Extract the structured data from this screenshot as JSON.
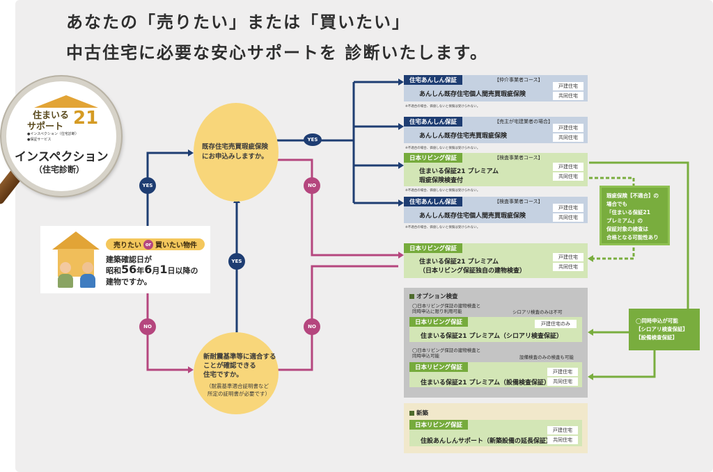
{
  "header": {
    "line1": "あなたの「売りたい」または「買いたい」",
    "line2": "中古住宅に必要な安心サポートを 診断いたします。"
  },
  "lens": {
    "brand_line1": "住まいる",
    "brand_line2": "サポート",
    "brand_num": "21",
    "bullet1": "●インスペクション（住宅診断）",
    "bullet2": "●保証サービス",
    "title": "インスペクション",
    "subtitle": "（住宅診断）"
  },
  "question": {
    "pill_left": "売りたい",
    "pill_or": "or",
    "pill_right": "買いたい物件",
    "line1": "建築確認日が",
    "line2_a": "昭和",
    "line2_num1": "56",
    "line2_b": "年",
    "line2_num2": "6",
    "line2_c": "月",
    "line2_num3": "1",
    "line2_d": "日以降の",
    "line3": "建物ですか。"
  },
  "circle_top": {
    "line1": "既存住宅売買瑕疵保険",
    "line2": "にお申込みしますか。"
  },
  "circle_bottom": {
    "line1": "新耐震基準等に適合する",
    "line2": "ことが確認できる",
    "line3": "住宅ですか。",
    "sub1": "（耐震基準適合証明書など",
    "sub2": "所定の証明書が必要です）"
  },
  "badges": {
    "yes": "YES",
    "no": "NO"
  },
  "results": [
    {
      "tag": "住宅あんしん保証",
      "course": "【仲介事業者コース】",
      "name": "あんしん既存住宅個人間売買瑕疵保険",
      "name2": "",
      "types": [
        "戸建住宅",
        "共同住宅"
      ],
      "note": "※不適合の場合、価値しないと保険は受けられない。"
    },
    {
      "tag": "住宅あんしん保証",
      "course": "【売主が宅建業者の場合】",
      "name": "あんしん既存住宅売買瑕疵保険",
      "name2": "",
      "types": [
        "戸建住宅",
        "共同住宅"
      ],
      "note": "※不適合の場合、価値しないと保険は受けられない。"
    },
    {
      "tag": "日本リビング保証",
      "course": "【検査事業者コース】",
      "name": "住まいる保証21 プレミアム",
      "name2": "瑕疵保険検査付",
      "types": [
        "戸建住宅",
        "共同住宅"
      ],
      "note": "※不適合の場合、価値しないと保険は受けられない。"
    },
    {
      "tag": "住宅あんしん保証",
      "course": "【検査事業者コース】",
      "name": "あんしん既存住宅個人間売買瑕疵保険",
      "name2": "",
      "types": [
        "戸建住宅",
        "共同住宅"
      ],
      "note": "※不適合の場合、価値しないと保険は受けられない。"
    },
    {
      "tag": "日本リビング保証",
      "course": "",
      "name": "住まいる保証21 プレミアム",
      "name2": "（日本リビング保証独自の建物検査）",
      "types": [
        "戸建住宅",
        "共同住宅"
      ],
      "note": ""
    }
  ],
  "options": {
    "title": "オプション検査",
    "item1_note1": "◯日本リビング保証の建物検査と",
    "item1_note2": "同時申込に限り利用可能",
    "item1_right": "シロアリ検査のみは不可",
    "item1_tag": "日本リビング保証",
    "item1_type": "戸建住宅のみ",
    "item1_name": "住まいる保証21 プレミアム（シロアリ検査保証）",
    "item2_note1": "◯日本リビング保証の建物検査と",
    "item2_note2": "同時申込可能",
    "item2_right": "設備検査のみの検査も可能",
    "item2_tag": "日本リビング保証",
    "item2_types": [
      "戸建住宅",
      "共同住宅"
    ],
    "item2_name": "住まいる保証21 プレミアム（設備検査保証）"
  },
  "new_build": {
    "title": "新築",
    "tag": "日本リビング保証",
    "name": "住設あんしんサポート（新築設備の延長保証）",
    "types": [
      "戸建住宅",
      "共同住宅"
    ]
  },
  "side_note1": {
    "l1": "瑕疵保険【不適合】の",
    "l2": "場合でも",
    "l3": "「住まいる保証21",
    "l4": "プレミアム」の",
    "l5": "保証対象の検査は",
    "l6": "合格となる可能性あり"
  },
  "side_note2": {
    "l1": "◯同時申込が可能",
    "l2": "【シロアリ検査保証】",
    "l3": "【設備検査保証】"
  },
  "colors": {
    "navy": "#1e3d72",
    "pink": "#b5467e",
    "green": "#76ab3c",
    "circle": "#f8d67a"
  }
}
